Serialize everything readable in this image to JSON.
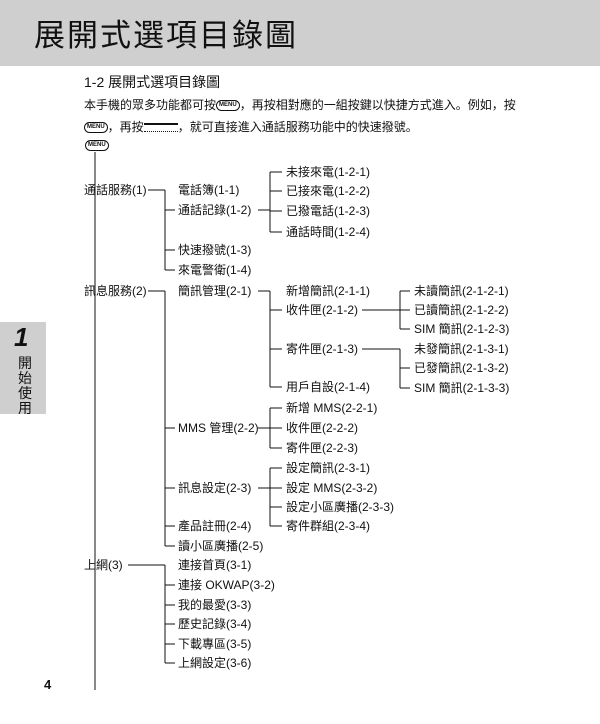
{
  "header": {
    "title": "展開式選項目錄圖"
  },
  "sidebar": {
    "number": "1",
    "label": "開始使用"
  },
  "section_title": "1-2 展開式選項目錄圖",
  "intro": {
    "line1_a": "本手機的眾多功能都可按",
    "line1_b": "，再按相對應的一組按鍵以快捷方式進入。例如，按",
    "line2_b": "，再按",
    "line2_c": "，就可直接進入通話服務功能中的快速撥號。",
    "menu_key": "MENU"
  },
  "menu": {
    "calls": {
      "label": "通話服務(1)",
      "phonebook": "電話簿(1-1)",
      "call_log": "通話記錄(1-2)",
      "call_log_items": [
        "未接來電(1-2-1)",
        "已接來電(1-2-2)",
        "已撥電話(1-2-3)",
        "通話時間(1-2-4)"
      ],
      "speed_dial": "快速撥號(1-3)",
      "call_guard": "來電警衛(1-4)"
    },
    "messages": {
      "label": "訊息服務(2)",
      "sms": "簡訊管理(2-1)",
      "new_sms": "新增簡訊(2-1-1)",
      "inbox": "收件匣(2-1-2)",
      "inbox_items": [
        "未讀簡訊(2-1-2-1)",
        "已讀簡訊(2-1-2-2)",
        "SIM 簡訊(2-1-2-3)"
      ],
      "outbox": "寄件匣(2-1-3)",
      "outbox_items": [
        "未發簡訊(2-1-3-1)",
        "已發簡訊(2-1-3-2)",
        "SIM 簡訊(2-1-3-3)"
      ],
      "user_defined": "用戶自設(2-1-4)",
      "mms": "MMS 管理(2-2)",
      "mms_items": [
        "新增 MMS(2-2-1)",
        "收件匣(2-2-2)",
        "寄件匣(2-2-3)"
      ],
      "settings": "訊息設定(2-3)",
      "settings_items": [
        "設定簡訊(2-3-1)",
        "設定 MMS(2-3-2)",
        "設定小區廣播(2-3-3)",
        "寄件群組(2-3-4)"
      ],
      "product_reg": "產品註冊(2-4)",
      "cell_broadcast": "讀小區廣播(2-5)"
    },
    "internet": {
      "label": "上網(3)",
      "items": [
        "連接首頁(3-1)",
        "連接 OKWAP(3-2)",
        "我的最愛(3-3)",
        "歷史記錄(3-4)",
        "下載專區(3-5)",
        "上網設定(3-6)"
      ]
    }
  },
  "page_number": "4"
}
